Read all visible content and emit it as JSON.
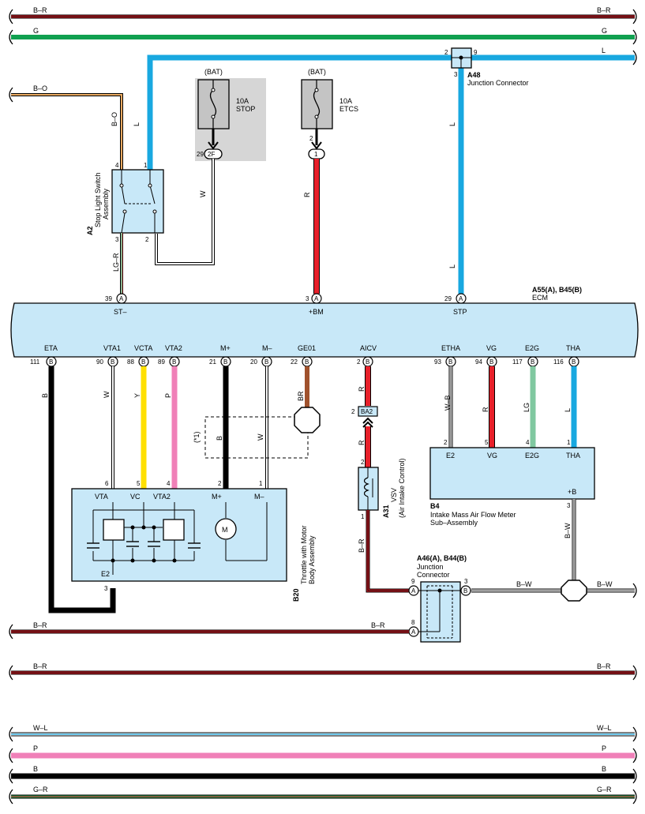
{
  "colors": {
    "red": "#e8202a",
    "blue": "#18a8e0",
    "green": "#10a050",
    "yellow": "#ffe000",
    "pink": "#f080b8",
    "brown": "#a0522d",
    "orange_tan": "#e8a860",
    "lightgreen": "#80c8a0",
    "module_fill": "#c8e8f8",
    "fuse_fill": "#d0d0d0",
    "black": "#000000",
    "white": "#ffffff"
  },
  "bus_top": {
    "br": "B–R",
    "g": "G"
  },
  "bus_bottom": {
    "br1": "B–R",
    "br2": "B–R",
    "wl": "W–L",
    "p": "P",
    "b": "B",
    "gr": "G–R"
  },
  "a48": {
    "id": "A48",
    "name": "Junction Connector",
    "pin_left": "2",
    "pin_right": "9",
    "pin_bottom": "3",
    "wire": "L"
  },
  "fuse_stop": {
    "supply": "(BAT)",
    "rating": "10A",
    "name": "STOP",
    "conn_pin": "29",
    "conn": "2F"
  },
  "fuse_etcs": {
    "supply": "(BAT)",
    "rating": "10A",
    "name": "ETCS",
    "pin": "2",
    "conn": "1"
  },
  "stop_switch": {
    "id": "A2",
    "name": "Stop Light Switch",
    "name2": "Assembly",
    "pin4": "4",
    "pin1": "1",
    "pin3": "3",
    "pin2": "2"
  },
  "wires": {
    "bo": "B–O",
    "l": "L",
    "w": "W",
    "r": "R",
    "lgr": "LG–R",
    "b": "B",
    "y": "Y",
    "p": "P",
    "br": "BR",
    "wb": "W–B",
    "lg": "LG",
    "bw": "B–W",
    "br_wire": "B–R"
  },
  "ecm": {
    "id": "A55(A), B45(B)",
    "name": "ECM",
    "top_pins": [
      {
        "num": "39",
        "conn": "A",
        "label": "ST–"
      },
      {
        "num": "3",
        "conn": "A",
        "label": "+BM"
      },
      {
        "num": "29",
        "conn": "A",
        "label": "STP"
      }
    ],
    "bottom_pins": [
      {
        "num": "111",
        "conn": "B",
        "label": "ETA"
      },
      {
        "num": "90",
        "conn": "B",
        "label": "VTA1"
      },
      {
        "num": "88",
        "conn": "B",
        "label": "VCTA"
      },
      {
        "num": "89",
        "conn": "B",
        "label": "VTA2"
      },
      {
        "num": "21",
        "conn": "B",
        "label": "M+"
      },
      {
        "num": "20",
        "conn": "B",
        "label": "M–"
      },
      {
        "num": "22",
        "conn": "B",
        "label": "GE01"
      },
      {
        "num": "2",
        "conn": "B",
        "label": "AICV"
      },
      {
        "num": "93",
        "conn": "B",
        "label": "ETHA"
      },
      {
        "num": "94",
        "conn": "B",
        "label": "VG"
      },
      {
        "num": "117",
        "conn": "B",
        "label": "E2G"
      },
      {
        "num": "116",
        "conn": "B",
        "label": "THA"
      }
    ]
  },
  "shield_note": "(*1)",
  "throttle": {
    "id": "B20",
    "name": "Throttle with Motor",
    "name2": "Body Assembly",
    "pins": [
      {
        "num": "6",
        "label": "VTA"
      },
      {
        "num": "5",
        "label": "VC"
      },
      {
        "num": "4",
        "label": "VTA2"
      },
      {
        "num": "2",
        "label": "M+"
      },
      {
        "num": "1",
        "label": "M–"
      }
    ],
    "e2_label": "E2",
    "e2_pin": "3",
    "motor": "M"
  },
  "vsv": {
    "id": "A31",
    "name": "VSV",
    "name2": "(Air Intake Control)",
    "pin_top": "2",
    "pin_bottom": "1",
    "conn_pin": "2",
    "conn": "BA2"
  },
  "maf": {
    "id": "B4",
    "name": "Intake Mass Air Flow Meter",
    "name2": "Sub–Assembly",
    "pins": [
      {
        "num": "2",
        "label": "E2"
      },
      {
        "num": "5",
        "label": "VG"
      },
      {
        "num": "4",
        "label": "E2G"
      },
      {
        "num": "1",
        "label": "THA"
      }
    ],
    "plus_b": "+B",
    "plus_b_pin": "3"
  },
  "junction": {
    "id": "A46(A), B44(B)",
    "name": "Junction",
    "name2": "Connector",
    "pin9": "9",
    "pin9_conn": "A",
    "pin3": "3",
    "pin3_conn": "B",
    "pin8": "8",
    "pin8_conn": "A"
  }
}
